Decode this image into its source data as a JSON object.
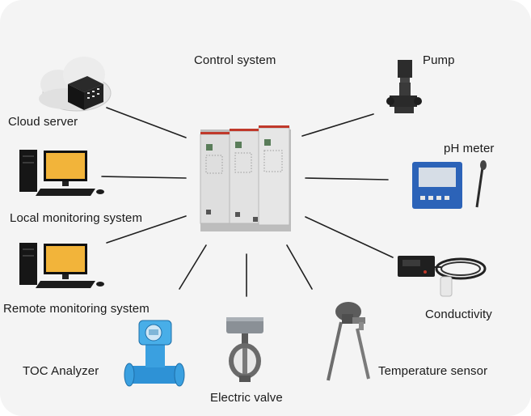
{
  "hub": {
    "label": "Control system"
  },
  "nodes": [
    {
      "id": "cloud-server",
      "label": "Cloud server"
    },
    {
      "id": "local-monitoring",
      "label": "Local monitoring system"
    },
    {
      "id": "remote-monitoring",
      "label": "Remote monitoring system"
    },
    {
      "id": "toc-analyzer",
      "label": "TOC Analyzer"
    },
    {
      "id": "electric-valve",
      "label": "Electric valve"
    },
    {
      "id": "temperature-sensor",
      "label": "Temperature sensor"
    },
    {
      "id": "conductivity",
      "label": "Conductivity"
    },
    {
      "id": "ph-meter",
      "label": "pH meter"
    },
    {
      "id": "pump",
      "label": "Pump"
    }
  ],
  "icons": [
    "control-cabinet-icon",
    "cloud-server-icon",
    "desktop-computer-icon",
    "flow-meter-icon",
    "butterfly-valve-icon",
    "temperature-probe-icon",
    "conductivity-sensor-icon",
    "ph-meter-icon",
    "vertical-pump-icon"
  ],
  "colors": {
    "background": "#f4f4f4",
    "connector": "#1f1f1f",
    "cabinet": "#d9d9d9",
    "cabinet_accent": "#c0392b",
    "analyzer_blue": "#3aa0e0",
    "monitor_yellow": "#f2b43a"
  }
}
